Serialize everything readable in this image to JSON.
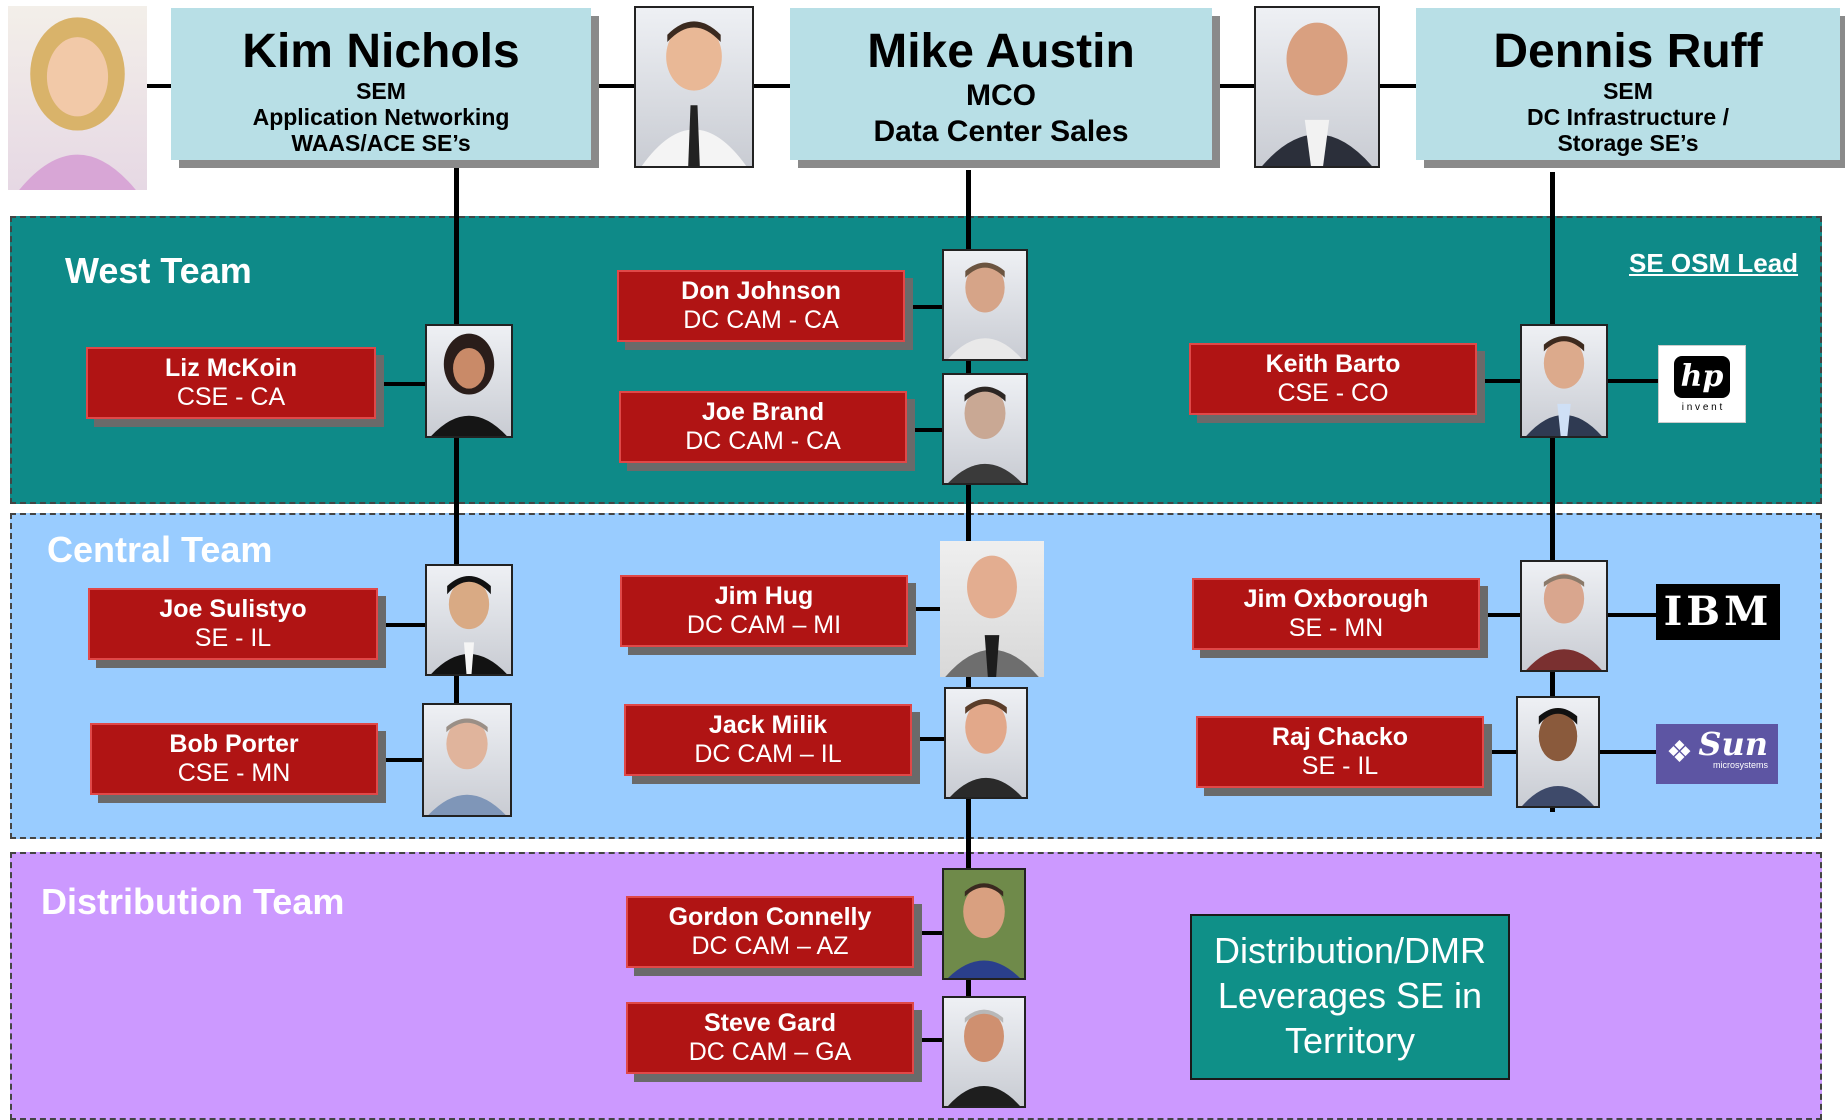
{
  "header": {
    "left": {
      "name": "Kim Nichols",
      "line1": "SEM",
      "line2": "Application Networking",
      "line3": "WAAS/ACE SE’s"
    },
    "center": {
      "name": "Mike Austin",
      "line1": "MCO",
      "line2": "Data Center Sales"
    },
    "right": {
      "name": "Dennis Ruff",
      "line1": "SEM",
      "line2": "DC Infrastructure /",
      "line3": "Storage SE’s"
    }
  },
  "teams": {
    "west": "West Team",
    "central": "Central Team",
    "distribution": "Distribution Team"
  },
  "se_osm_lead": "SE OSM Lead",
  "people": {
    "liz": {
      "name": "Liz McKoin",
      "role": "CSE - CA"
    },
    "don": {
      "name": "Don Johnson",
      "role": "DC CAM - CA"
    },
    "joebrand": {
      "name": "Joe Brand",
      "role": "DC CAM - CA"
    },
    "keith": {
      "name": "Keith Barto",
      "role": "CSE - CO"
    },
    "joesul": {
      "name": "Joe Sulistyo",
      "role": "SE - IL"
    },
    "bob": {
      "name": "Bob Porter",
      "role": "CSE - MN"
    },
    "jimhug": {
      "name": "Jim Hug",
      "role": "DC CAM – MI"
    },
    "jack": {
      "name": "Jack Milik",
      "role": "DC CAM – IL"
    },
    "jimox": {
      "name": "Jim Oxborough",
      "role": "SE - MN"
    },
    "raj": {
      "name": "Raj Chacko",
      "role": "SE - IL"
    },
    "gordon": {
      "name": "Gordon Connelly",
      "role": "DC CAM – AZ"
    },
    "steve": {
      "name": "Steve Gard",
      "role": "DC CAM – GA"
    }
  },
  "distribution_note": {
    "line1": "Distribution/DMR",
    "line2": "Leverages SE in",
    "line3": "Territory"
  },
  "logos": {
    "hp": {
      "mark": "hp",
      "tagline": "i n v e n t"
    },
    "ibm": "IBM",
    "sun": {
      "mark": "Sun",
      "tagline": "microsystems"
    }
  },
  "colors": {
    "west_band": "#0e8a88",
    "central_band": "#99ccff",
    "distribution_band": "#cc99ff",
    "person_box": "#b01414",
    "header_box": "#b8dfe6",
    "note_box": "#0f9088"
  }
}
